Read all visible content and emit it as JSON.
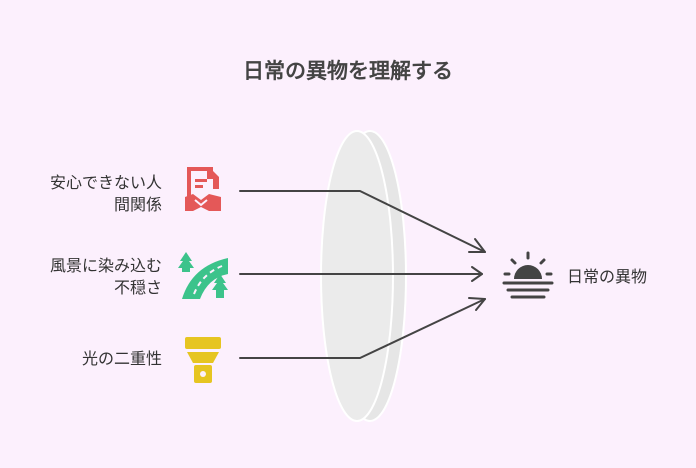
{
  "title": "日常の異物を理解する",
  "inputs": [
    {
      "lines": [
        "安心できない人",
        "間関係"
      ],
      "icon": "contract-handshake-icon",
      "color": "#e45858"
    },
    {
      "lines": [
        "風景に染み込む",
        "不穏さ"
      ],
      "icon": "forest-road-icon",
      "color": "#3cc38b"
    },
    {
      "lines": [
        "光の二重性"
      ],
      "icon": "flashlight-icon",
      "color": "#e6c521"
    }
  ],
  "output": {
    "label": "日常の異物",
    "icon": "sunset-icon",
    "color": "#444444"
  },
  "lens_color": "#e8e8e8",
  "arrow_color": "#444444"
}
